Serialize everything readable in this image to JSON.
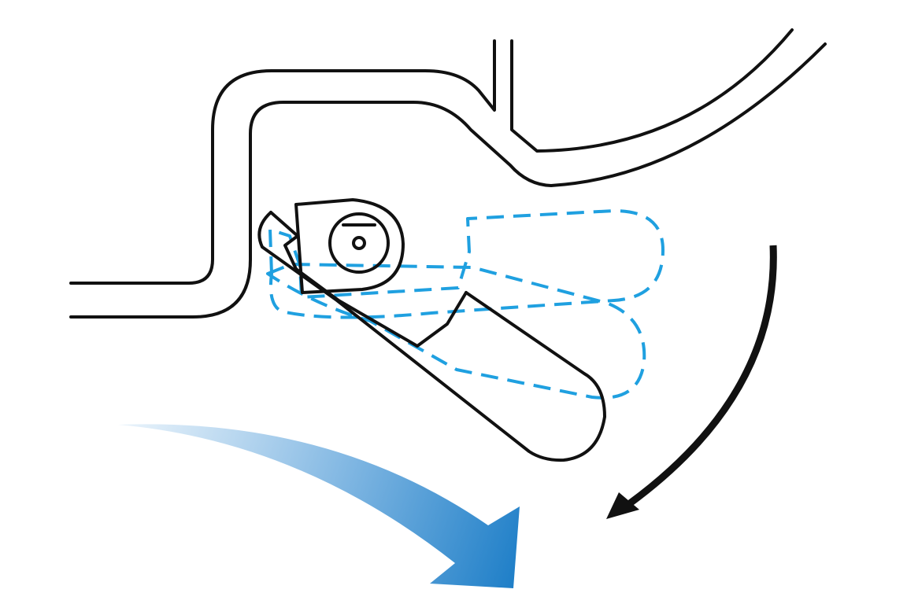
{
  "colors": {
    "background": "#ffffff",
    "outline": "#111111",
    "dashed_outline": "#1fa0e0",
    "arrow_dark": "#111111",
    "arrow_blue_start": "#e9f3fb",
    "arrow_blue_end": "#1f7fc8"
  },
  "diagram": {
    "parts": [
      {
        "name": "frame-channel",
        "style": "solid"
      },
      {
        "name": "pivot-bracket",
        "style": "solid"
      },
      {
        "name": "pivot-bolt",
        "style": "solid"
      },
      {
        "name": "lever-arm-current",
        "style": "solid"
      },
      {
        "name": "lever-arm-previous-1",
        "style": "dashed"
      },
      {
        "name": "lever-arm-previous-2",
        "style": "dashed"
      }
    ],
    "arrows": [
      {
        "name": "rotation-arrow",
        "direction": "clockwise-down",
        "color": "dark"
      },
      {
        "name": "motion-arrow",
        "direction": "down-right",
        "color": "blue-gradient"
      }
    ]
  }
}
